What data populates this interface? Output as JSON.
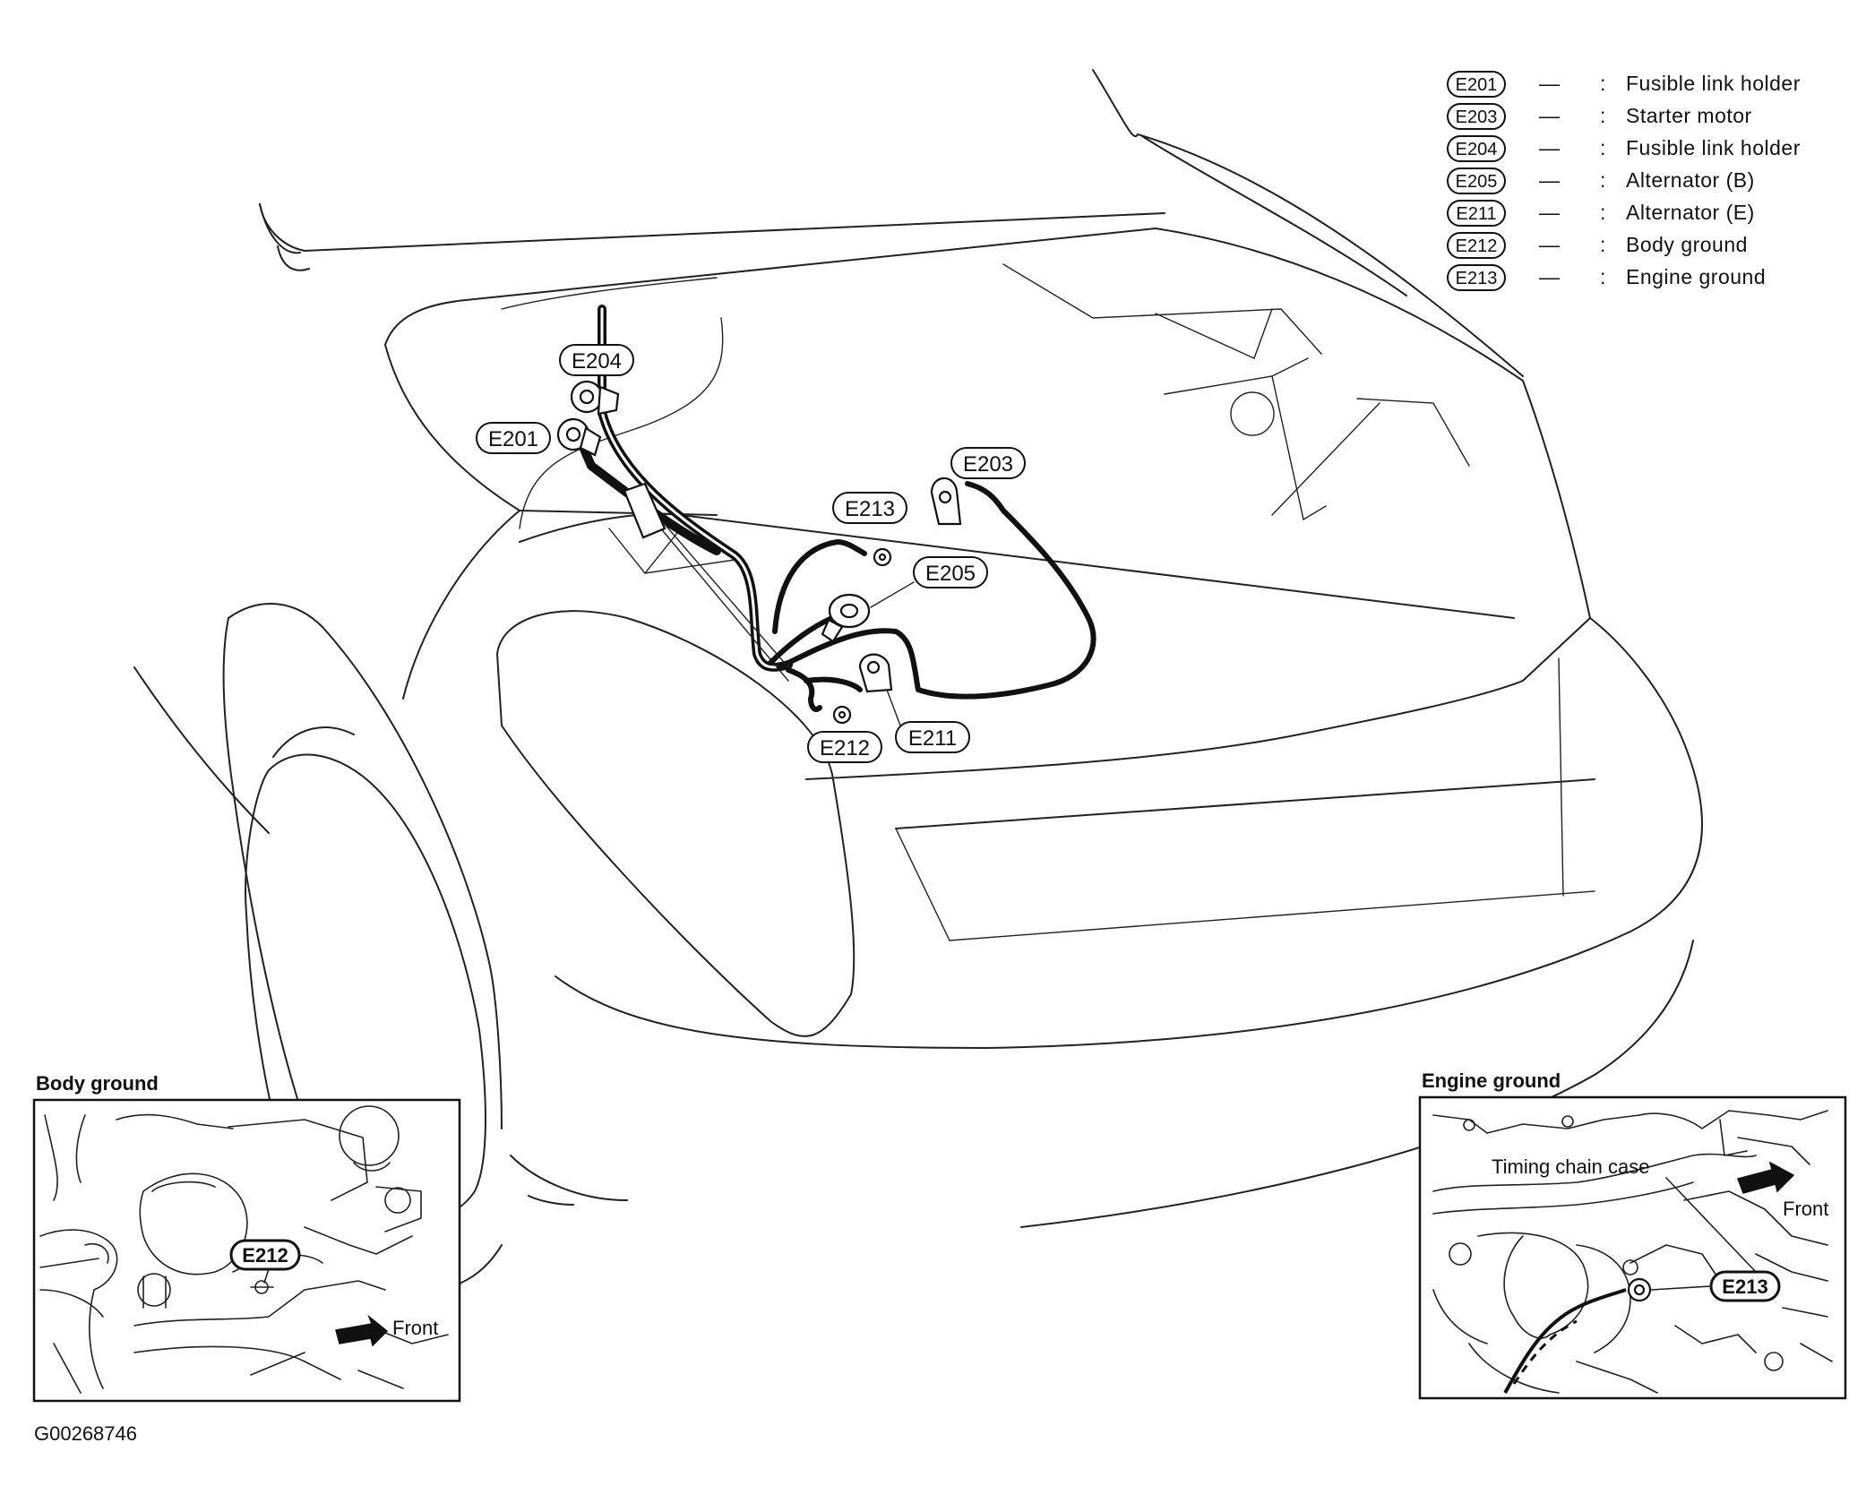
{
  "legend": {
    "dash": "—",
    "colon": ":",
    "items": [
      {
        "code": "E201",
        "desc": "Fusible link holder"
      },
      {
        "code": "E203",
        "desc": "Starter motor"
      },
      {
        "code": "E204",
        "desc": "Fusible link holder"
      },
      {
        "code": "E205",
        "desc": "Alternator (B)"
      },
      {
        "code": "E211",
        "desc": "Alternator (E)"
      },
      {
        "code": "E212",
        "desc": "Body ground"
      },
      {
        "code": "E213",
        "desc": "Engine ground"
      }
    ]
  },
  "callouts": {
    "e204": "E204",
    "e201": "E201",
    "e203": "E203",
    "e213": "E213",
    "e205": "E205",
    "e212": "E212",
    "e211": "E211"
  },
  "insets": {
    "body_ground": {
      "title": "Body ground",
      "callout": "E212",
      "front": "Front"
    },
    "engine_ground": {
      "title": "Engine ground",
      "callout": "E213",
      "front": "Front",
      "timing": "Timing chain case"
    }
  },
  "figure_id": "G00268746"
}
